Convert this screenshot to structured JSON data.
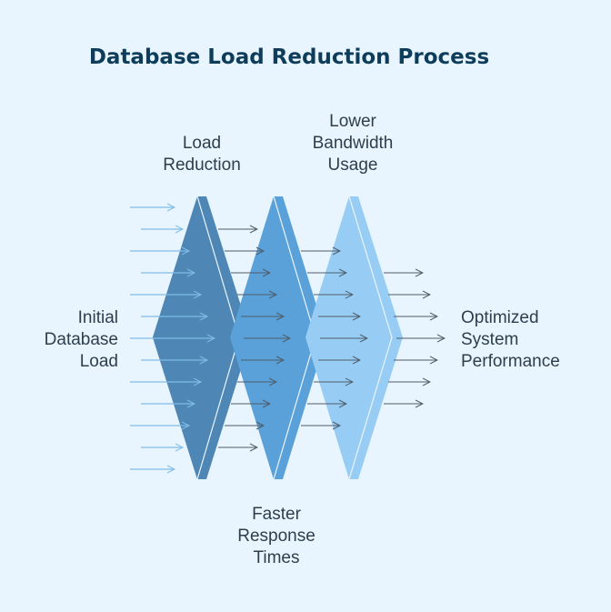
{
  "title": "Database Load Reduction Process",
  "labels": {
    "initial": "Initial\nDatabase\nLoad",
    "load_reduction": "Load\nReduction",
    "lower_bandwidth": "Lower\nBandwidth\nUsage",
    "faster_response": "Faster\nResponse\nTimes",
    "optimized": "Optimized\nSystem\nPerformance"
  },
  "colors": {
    "background": "#e9f5fe",
    "title": "#0e3d5c",
    "stage1": "#4e87b6",
    "stage2": "#5aa1d9",
    "stage3": "#97cdf4",
    "input_arrows": "#7fbde6",
    "flow_arrows": "#4f5d6a"
  }
}
